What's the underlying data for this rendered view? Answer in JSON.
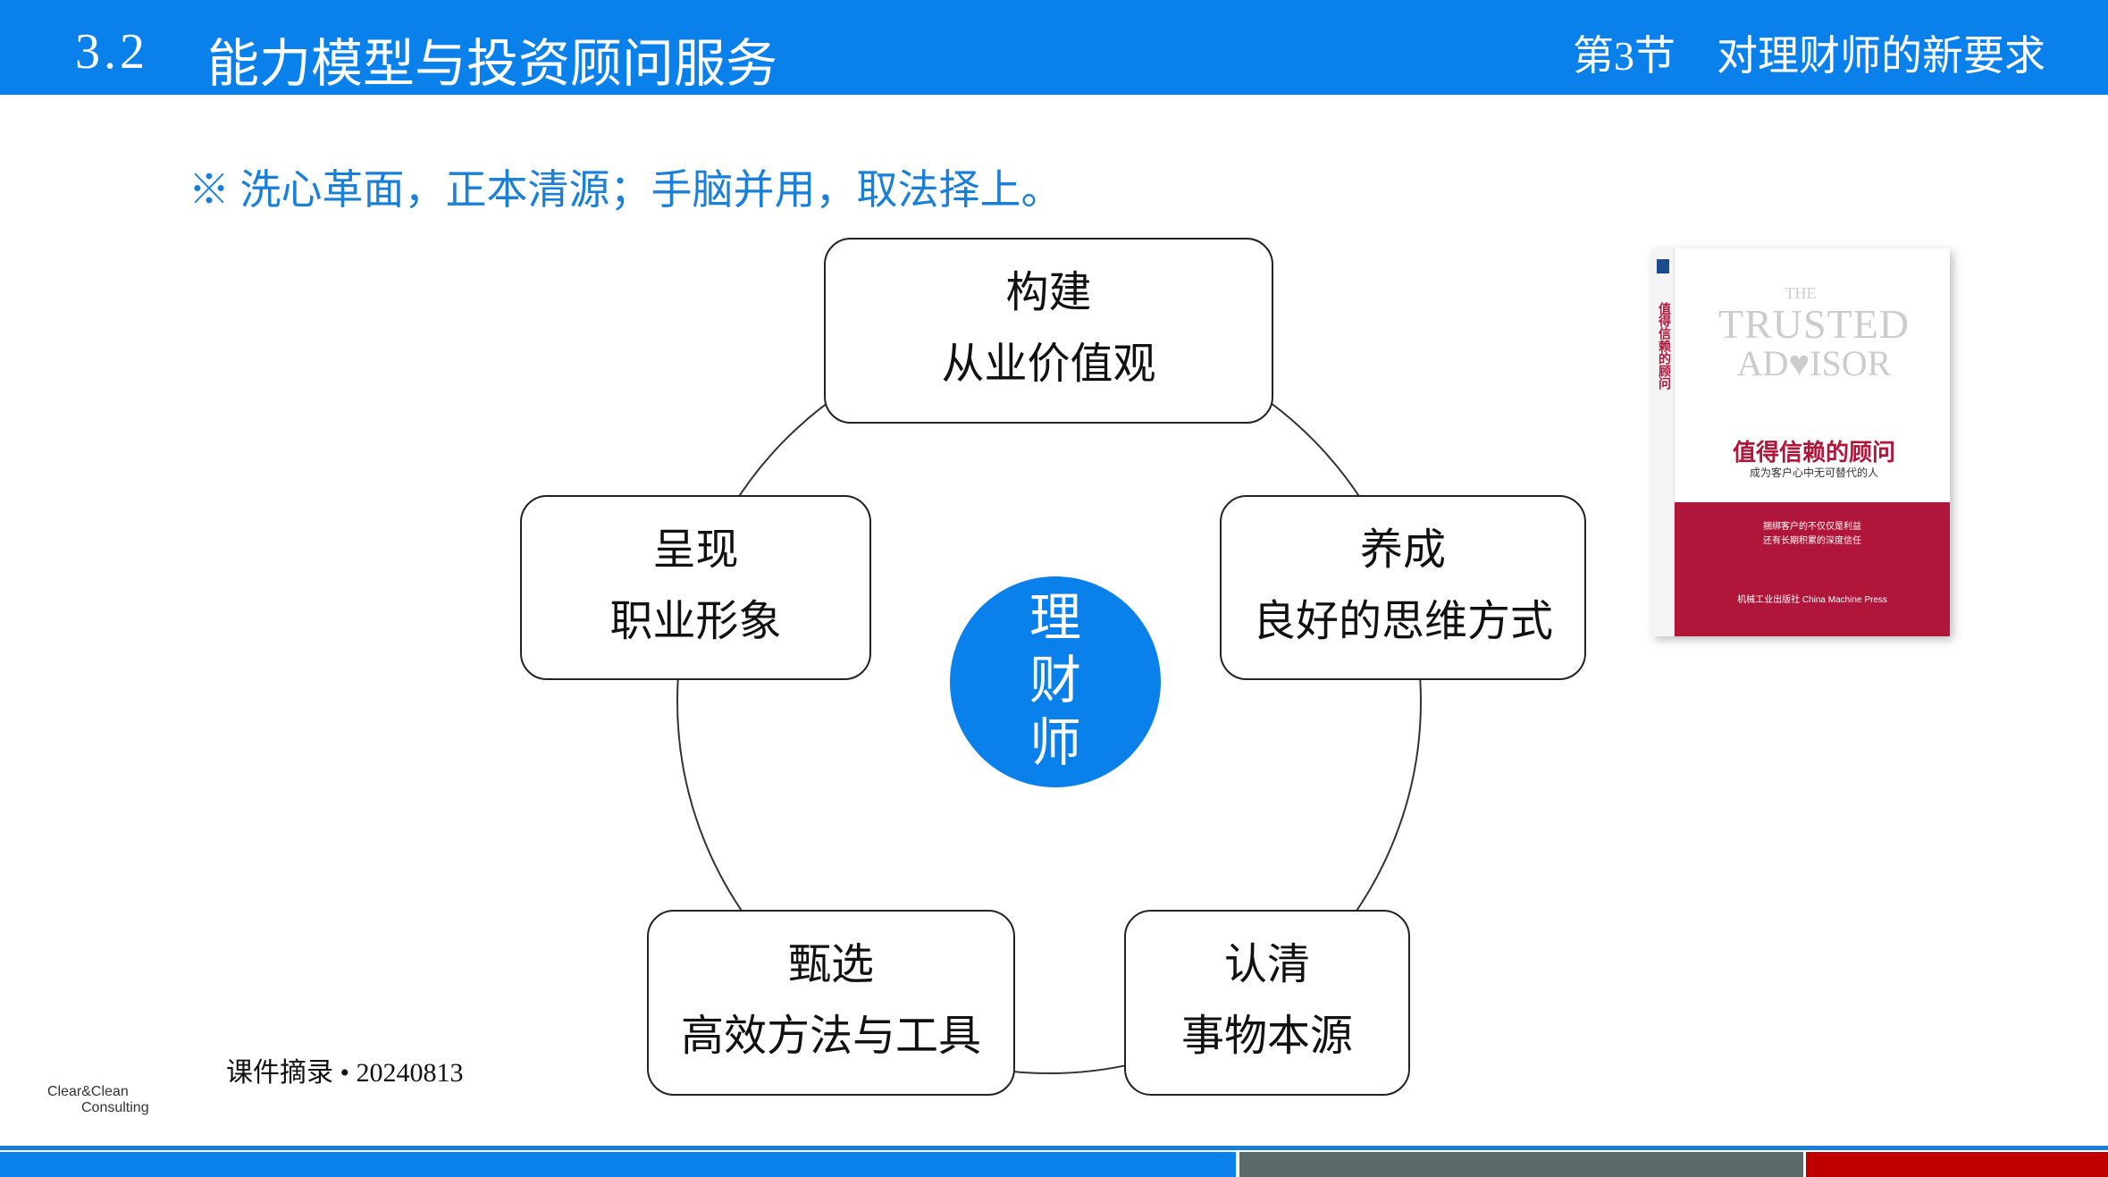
{
  "header": {
    "section_number": "3.2",
    "title": "能力模型与投资顾问服务",
    "right_title": "第3节　对理财师的新要求"
  },
  "slogan": "※ 洗心革面，正本清源；手脑并用，取法择上。",
  "diagram": {
    "center": [
      "理",
      "财",
      "师"
    ],
    "nodes": [
      {
        "line1": "构建",
        "line2": "从业价值观"
      },
      {
        "line1": "养成",
        "line2": "良好的思维方式"
      },
      {
        "line1": "认清",
        "line2": "事物本源"
      },
      {
        "line1": "甄选",
        "line2": "高效方法与工具"
      },
      {
        "line1": "呈现",
        "line2": "职业形象"
      }
    ]
  },
  "book": {
    "title_en_1": "THE",
    "title_en_2": "TRUSTED",
    "title_en_3": "AD♥ISOR",
    "title_cn": "值得信赖的顾问",
    "subtitle_cn": "成为客户心中无可替代的人",
    "blurb_1": "捆绑客户的不仅仅是利益",
    "blurb_2": "还有长期积累的深度信任",
    "publisher": "机械工业出版社 China Machine Press"
  },
  "footer": {
    "text": "课件摘录 • 20240813",
    "logo_line1": "Clear&Clean",
    "logo_line2": "Consulting"
  },
  "colors": {
    "primary": "#0a80ea",
    "gray": "#5b6b6b",
    "red": "#c00000"
  }
}
